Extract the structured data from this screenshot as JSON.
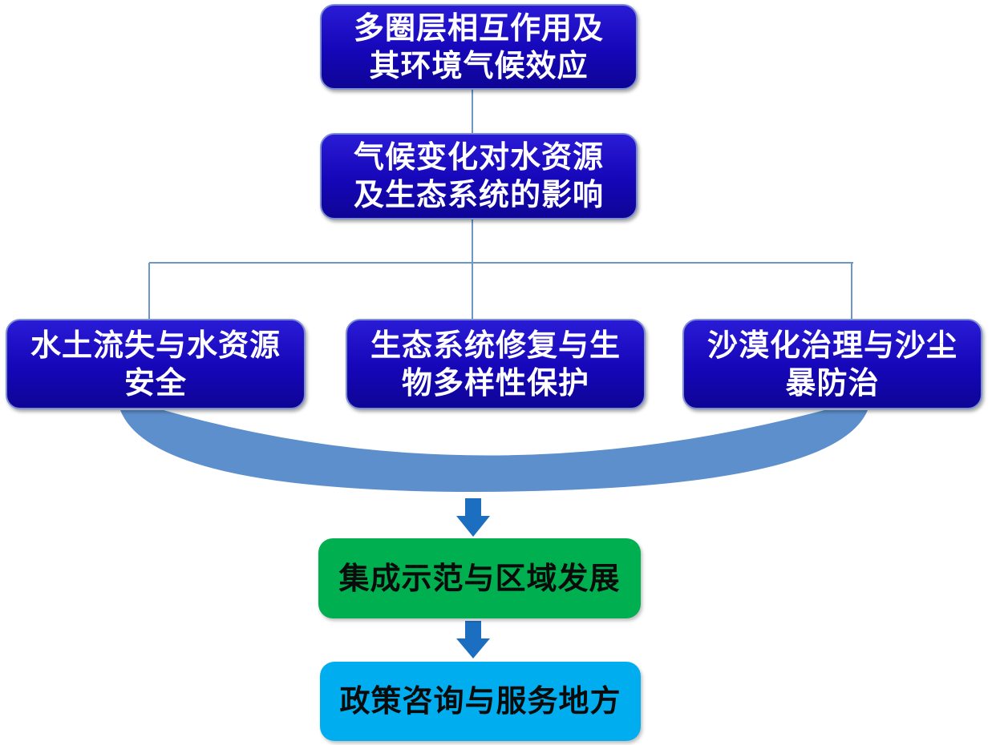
{
  "diagram": {
    "nodes": {
      "top": {
        "line1": "多圈层相互作用及",
        "line2": "其环境气候效应"
      },
      "second": {
        "line1": "气候变化对水资源",
        "line2": "及生态系统的影响"
      },
      "left": {
        "line1": "水土流失与水资源",
        "line2": "安全"
      },
      "middle": {
        "line1": "生态系统修复与生",
        "line2": "物多样性保护"
      },
      "right": {
        "line1": "沙漠化治理与沙尘",
        "line2": "暴防治"
      },
      "integration": {
        "line1": "集成示范与区域发展"
      },
      "policy": {
        "line1": "政策咨询与服务地方"
      }
    },
    "colors": {
      "blue_box": "#1808c2",
      "green_box": "#00b050",
      "cyan_box": "#00aef0",
      "connector_line": "#6c97c6",
      "merge_arc": "#5c8fcc",
      "arrow": "#1c6fc0"
    }
  }
}
